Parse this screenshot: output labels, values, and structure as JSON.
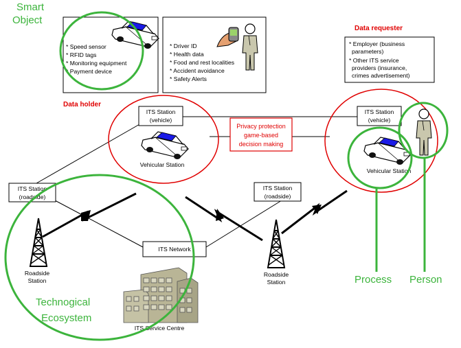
{
  "labels": {
    "smart_object": [
      "Smart",
      "Object"
    ],
    "data_holder": "Data holder",
    "data_requester": "Data requester",
    "technogical_ecosystem": [
      "Technogical",
      "Ecosystem"
    ],
    "process": "Process",
    "person": "Person",
    "privacy_box": [
      "Privacy protection",
      "game-based",
      "decision making"
    ],
    "vehicular_station": "Vehicular Station",
    "roadside_station": [
      "Roadside",
      "Station"
    ],
    "its_service_centre": "ITS Service Centre"
  },
  "boxes": {
    "smart_object_list": [
      "* Speed sensor",
      "* RFID tags",
      "* Monitoring equipment",
      "* Payment device"
    ],
    "driver_list": [
      "* Driver ID",
      "* Health data",
      "* Food and rest localities",
      "* Accident avoidance",
      "* Safety Alerts"
    ],
    "requester_list": [
      "* Employer (business",
      "parameters)",
      "* Other ITS service",
      "providers (insurance,",
      "crimes advertisement)"
    ],
    "its_station_vehicle_left": [
      "ITS Station",
      "(vehicle)"
    ],
    "its_station_vehicle_right": [
      "ITS Station",
      "(vehicle)"
    ],
    "its_station_roadside_left": [
      "ITS Station",
      "(roadside)"
    ],
    "its_station_roadside_mid": [
      "ITS Station",
      "(roadside)"
    ],
    "its_network": "ITS Network"
  },
  "colors": {
    "green": "#3cb43c",
    "red": "#e00000",
    "car_blue": "#1a1ae6",
    "building": "#b9b596"
  },
  "icons": [
    "car-icon",
    "person-icon",
    "hand-device-icon",
    "radio-tower-icon",
    "building-icon",
    "lightning-link-icon"
  ]
}
